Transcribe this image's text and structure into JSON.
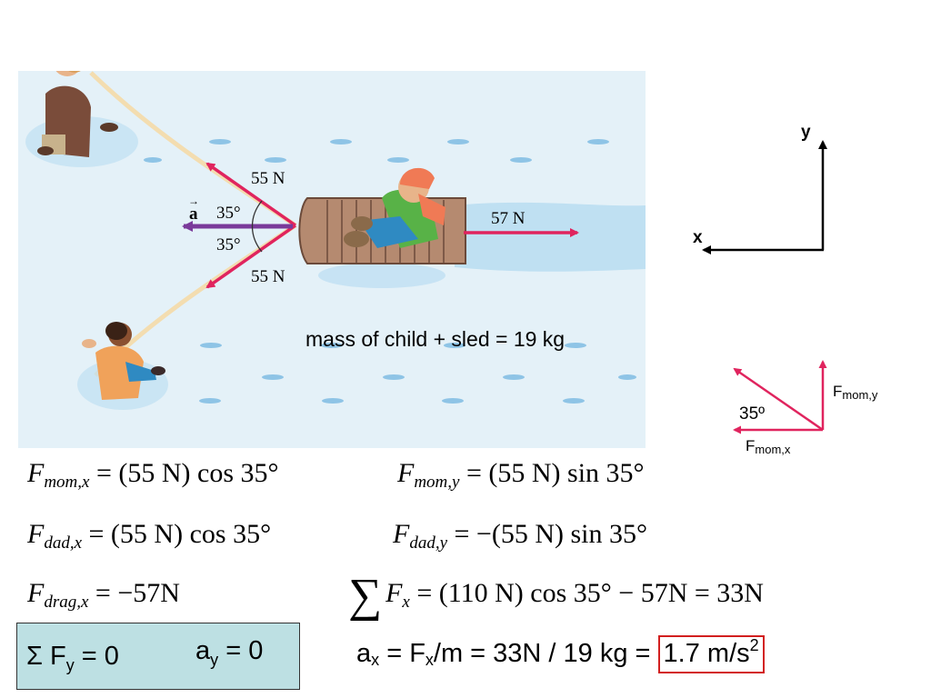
{
  "scene": {
    "label_force_mom": "55 N",
    "label_force_dad": "55 N",
    "label_force_drag": "57 N",
    "label_angle_top": "35°",
    "label_angle_bottom": "35°",
    "label_accel": "a",
    "accel_arrow_symbol": "→",
    "mass_text": "mass of child + sled = 19 kg"
  },
  "axes": {
    "y_label": "y",
    "x_label": "x"
  },
  "vector_diagram": {
    "fy_label_main": "F",
    "fy_label_sub": "mom,y",
    "fx_label_main": "F",
    "fx_label_sub": "mom,x",
    "angle_label": "35º"
  },
  "equations": {
    "fmomx": {
      "lhs": "F",
      "sub": "mom,x",
      "rhs": "= (55 N) cos 35°"
    },
    "fmomy": {
      "lhs": "F",
      "sub": "mom,y",
      "rhs": "= (55 N) sin 35°"
    },
    "fdadx": {
      "lhs": "F",
      "sub": "dad,x",
      "rhs": "= (55 N) cos 35°"
    },
    "fdady": {
      "lhs": "F",
      "sub": "dad,y",
      "rhs": "= −(55 N) sin 35°"
    },
    "fdragx": {
      "lhs": "F",
      "sub": "drag,x",
      "rhs": "= −57N"
    },
    "sumfx": {
      "sigma": "∑",
      "lhs": "F",
      "sub": "x",
      "rhs": "= (110 N) cos 35° − 57N = 33N"
    }
  },
  "box": {
    "sum_fy": "Σ F",
    "sum_fy_sub": "y",
    "sum_fy_eq": " = 0",
    "ay": "a",
    "ay_sub": "y",
    "ay_eq": " = 0"
  },
  "ax_line": {
    "a": "a",
    "a_sub": "x",
    "eq1": " = F",
    "f_sub": "x",
    "rest": "/m = 33N / 19 kg = ",
    "result": "1.7 m/s",
    "result_sup": "2"
  },
  "colors": {
    "force": "#e0245e",
    "accel": "#7a3a9a",
    "scene_bg": "#e4f1f8",
    "box_bg": "#bde0e3",
    "result_border": "#d21f1f"
  }
}
